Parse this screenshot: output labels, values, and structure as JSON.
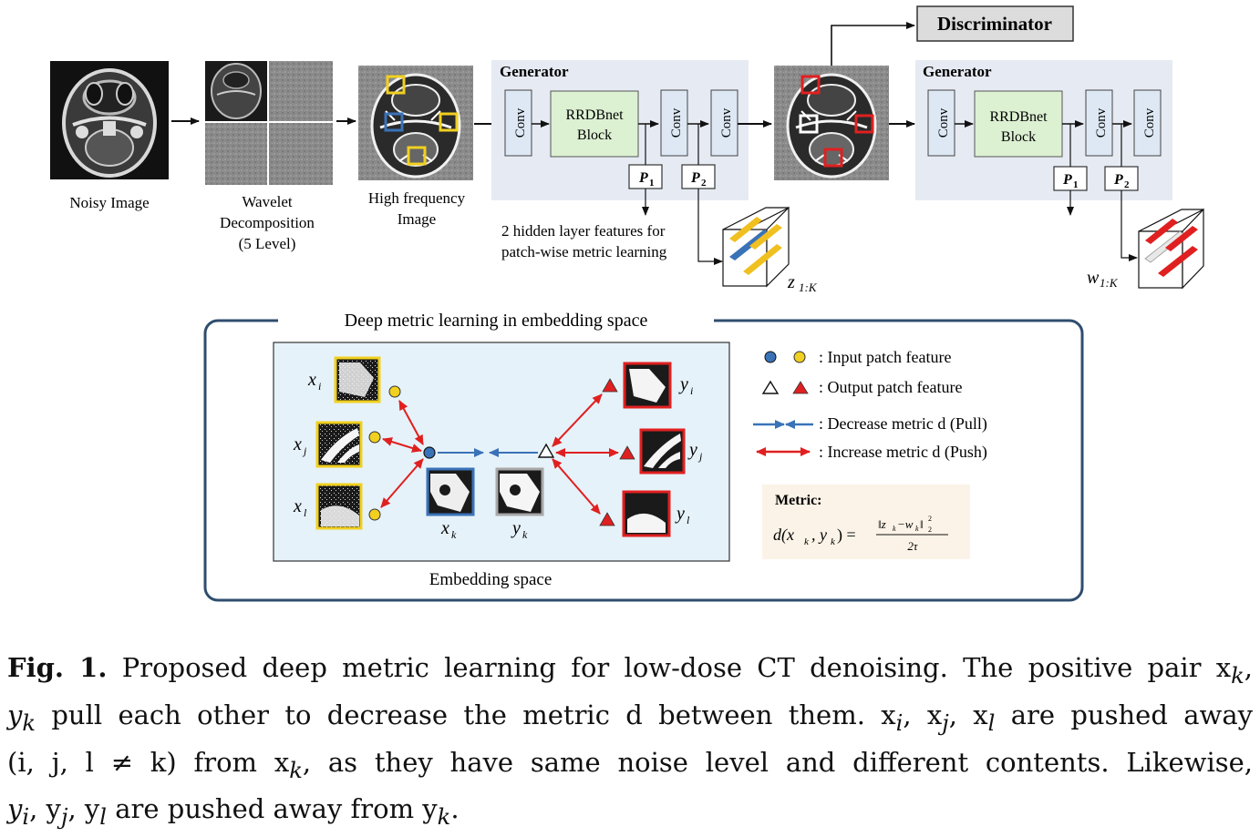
{
  "top": {
    "noisy_label": "Noisy Image",
    "wavelet_label_1": "Wavelet",
    "wavelet_label_2": "Decomposition",
    "wavelet_label_3": "(5 Level)",
    "hf_label_1": "High frequency",
    "hf_label_2": "Image",
    "generator_title": "Generator",
    "conv_label": "Conv",
    "rrdb_label_1": "RRDBnet",
    "rrdb_label_2": "Block",
    "p1_label": "P",
    "p1_sub": "1",
    "p2_label": "P",
    "p2_sub": "2",
    "hidden_note_1": "2 hidden layer features for",
    "hidden_note_2": "patch-wise metric learning",
    "z_label": "z",
    "z_sub": "1:K",
    "w_label": "w",
    "w_sub": "1:K",
    "discriminator_label": "Discriminator"
  },
  "metric_panel": {
    "title": "Deep metric learning in embedding space",
    "embedding_label": "Embedding space",
    "x_i": "x",
    "x_i_sub": "i",
    "x_j": "x",
    "x_j_sub": "j",
    "x_l": "x",
    "x_l_sub": "l",
    "x_k": "x",
    "x_k_sub": "k",
    "y_i": "y",
    "y_i_sub": "i",
    "y_j": "y",
    "y_j_sub": "j",
    "y_l": "y",
    "y_l_sub": "l",
    "y_k": "y",
    "y_k_sub": "k",
    "legend_input": ": Input patch feature",
    "legend_output": ": Output patch feature",
    "legend_pull": ": Decrease metric d (Pull)",
    "legend_push": ": Increase metric d (Push)",
    "metric_title": "Metric:",
    "metric_lhs": "d(x",
    "metric_lhs_2": ", y",
    "metric_lhs_3": ") =",
    "metric_num": "‖z",
    "metric_num_2": "−w",
    "metric_num_3": "‖",
    "metric_den": "2τ"
  },
  "caption": {
    "fig_label": "Fig. 1.",
    "line1": " Proposed deep metric learning for low-dose CT denoising. The positive pair x",
    "line1_k": "k",
    "line1_end": ",",
    "line2_y": "y",
    "line2_k": "k",
    "line2_text": " pull each other to decrease the metric d between them. x",
    "line2_i": "i",
    "line2_c1": ", x",
    "line2_j": "j",
    "line2_c2": ", x",
    "line2_l": "l",
    "line2_end": " are pushed away",
    "line3_start": "(i, j, l ≠ k) from x",
    "line3_k": "k",
    "line3_text": ", as they have same noise level and different contents. Likewise,",
    "line4_y1": "y",
    "line4_i": "i",
    "line4_c1": ", y",
    "line4_j": "j",
    "line4_c2": ", y",
    "line4_l": "l",
    "line4_text": " are pushed away from y",
    "line4_k": "k",
    "line4_end": "."
  },
  "colors": {
    "generator_bg": "#e6eaf3",
    "conv_fill": "#dde8f4",
    "rrdb_fill": "#dcf0d2",
    "panel_border": "#2f4e6e",
    "embedding_bg": "#e6f2f9",
    "metric_bg": "#fbf3e7",
    "discriminator_fill": "#dcdcdc",
    "yellow": "#f0d020",
    "blue": "#3a72b8",
    "red": "#e02020",
    "gray": "#a8a8a8"
  },
  "icons": {
    "ct_scan": "ct-scan-image",
    "patch": "patch-image",
    "cube": "feature-cube-icon"
  }
}
